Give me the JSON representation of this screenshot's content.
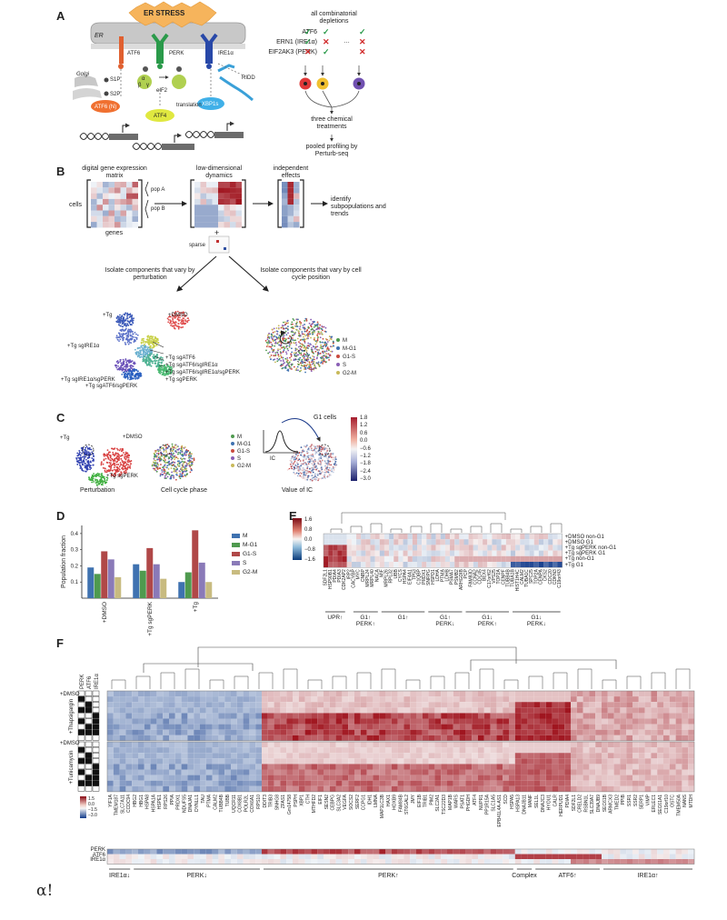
{
  "panels": [
    "A",
    "B",
    "C",
    "D",
    "E",
    "F"
  ],
  "panel_a": {
    "banner": "ER STRESS",
    "er_label": "ER",
    "sensors": [
      "ATF6",
      "PERK",
      "IRE1α"
    ],
    "golgi": "Golgi",
    "proteases": [
      "S1P",
      "S2P"
    ],
    "atf6n": "ATF6 (N)",
    "eif2": "eIF2",
    "atf4": "ATF4",
    "xbp1s": "XBP1s",
    "translation": "translation",
    "ridd": "RIDD",
    "alpha_beta_gamma": [
      "α",
      "β",
      "γ"
    ],
    "depletion_title": "all combinatorial depletions",
    "depletion_rows": [
      {
        "gene": "ATF6",
        "marks": [
          "✓",
          "✓",
          "✓"
        ]
      },
      {
        "gene": "ERN1 (IRE1α)",
        "marks": [
          "✓",
          "✕",
          "✕"
        ]
      },
      {
        "gene": "EIF2AK3 (PERK)",
        "marks": [
          "✕",
          "✓",
          "✕"
        ]
      }
    ],
    "ellipsis": "…",
    "treatments": "three chemical treatments",
    "profiling": "pooled profiling by Perturb-seq"
  },
  "panel_b": {
    "matrix_title": "digital gene expression matrix",
    "cells": "cells",
    "genes": "genes",
    "pop_a": "pop A",
    "pop_b": "pop B",
    "low_dim": "low-dimensional dynamics",
    "independent": "independent effects",
    "identify": "identify subpopulations and trends",
    "plus": "+",
    "sparse": "sparse",
    "isolate_pert": "Isolate components that vary by perturbation",
    "isolate_cc": "Isolate components that vary by cell cycle position",
    "tsne_labels": [
      "+Tg",
      "+DMSO",
      "+Tg sgIRE1α",
      "+Tg sgATF6",
      "+Tg sgATF6/sgIRE1α",
      "+Tg sgATF6/sgIRE1α/sgPERK",
      "+Tg sgIRE1α/sgPERK",
      "+Tg sgATF6/sgPERK",
      "+Tg sgPERK"
    ],
    "cc_legend": [
      {
        "name": "M",
        "color": "#4f9a4f"
      },
      {
        "name": "M-G1",
        "color": "#3f72b0"
      },
      {
        "name": "G1-S",
        "color": "#c94a3e"
      },
      {
        "name": "S",
        "color": "#8a5fb5"
      },
      {
        "name": "G2-M",
        "color": "#c8b95a"
      }
    ]
  },
  "panel_c": {
    "tg": "+Tg",
    "dmso": "+DMSO",
    "tg_sgperk": "+Tg sgPERK",
    "perturbation": "Perturbation",
    "cell_cycle": "Cell cycle phase",
    "value_ic": "Value of IC",
    "ic": "IC",
    "g1_cells": "G1 cells",
    "colorbar_ticks": [
      "1.8",
      "1.2",
      "0.6",
      "0.0",
      "−0.6",
      "−1.2",
      "−1.8",
      "−2.4",
      "−3.0"
    ]
  },
  "chart_data": [
    {
      "type": "bar",
      "ylabel": "Population fraction",
      "categories": [
        "+DMSO",
        "+Tg sgPERK",
        "+Tg"
      ],
      "ylim": [
        0,
        0.45
      ],
      "yticks": [
        "0.1",
        "0.2",
        "0.3",
        "0.4"
      ],
      "legend_position": "right",
      "series": [
        {
          "name": "M",
          "color": "#3f72b0",
          "values": [
            0.19,
            0.21,
            0.1
          ]
        },
        {
          "name": "M-G1",
          "color": "#4f9a4f",
          "values": [
            0.15,
            0.17,
            0.16
          ]
        },
        {
          "name": "G1-S",
          "color": "#b04848",
          "values": [
            0.29,
            0.31,
            0.42
          ]
        },
        {
          "name": "S",
          "color": "#8a7ab8",
          "values": [
            0.24,
            0.21,
            0.22
          ]
        },
        {
          "name": "G2-M",
          "color": "#c8bb80",
          "values": [
            0.13,
            0.12,
            0.1
          ]
        }
      ]
    },
    {
      "type": "heatmap",
      "colorbar_ticks": [
        "1.6",
        "0.8",
        "0.0",
        "−0.8",
        "−1.6"
      ],
      "rows": [
        "+DMSO non-G1",
        "+DMSO G1",
        "+Tg sgPERK non-G1",
        "+Tg sgPERK G1",
        "+Tg non-G1",
        "+Tg G1"
      ],
      "genes": [
        "SDF2L1",
        "HSP90B1",
        "PDIA4",
        "PDIA3",
        "CDK2AP2",
        "IRP2",
        "CACYBP",
        "MYC",
        "CNBP",
        "MRPL24",
        "MRPL40",
        "NACA",
        "MIF",
        "MRPL26",
        "RPL32",
        "UBB",
        "CYCS",
        "HSPA4",
        "EIF4A1",
        "TP53",
        "C1QBP",
        "PRDX1",
        "SNRPG",
        "HSPD1",
        "LDHA",
        "PTMA",
        "LDHB",
        "PSMA7",
        "PSMB2",
        "ARHGDIB",
        "PCP",
        "FAM83D",
        "CCNA2",
        "CDC45",
        "BEX4",
        "C17orf62",
        "VPS25",
        "TOP2A",
        "CENPF",
        "TUBB4B",
        "TUBA1B",
        "HIST1H4C",
        "CALM2",
        "TUBA1C",
        "SPC25",
        "TOP2A",
        "CENPA",
        "CKS2",
        "CDC20",
        "CDKN3",
        "C19orf43"
      ],
      "groups": [
        "UPR↑",
        "G1↑ PERK↑",
        "G1↑",
        "G1↑ PERK↓",
        "G1↓ PERK↑",
        "G1↓ PERK↓"
      ]
    }
  ],
  "panel_f": {
    "col_headers": [
      "PERK",
      "ATF6",
      "IRE1α"
    ],
    "block1_label": "+DMSO",
    "block1_side": "+Thapsigargin",
    "block2_label": "+DMSO",
    "block2_side": "+Tunicamycin",
    "colorbar_ticks": [
      "1.5",
      "0.0",
      "−1.5",
      "−3.0"
    ],
    "genes": [
      "YIF1A",
      "TMEM187",
      "SLC7A11",
      "CCDC94",
      "HBG2",
      "HBG1",
      "HSPA8",
      "HSPA1A",
      "HSPE1",
      "RPS26",
      "PPIA",
      "PRDX1",
      "NDUFS5",
      "DNAJA1",
      "DYNLL1",
      "TAU",
      "PTMA",
      "CALM2",
      "TUBB4B",
      "TUBB",
      "UQCR11",
      "COX8B1",
      "POLR2L",
      "COX6A1",
      "RPS10",
      "DDIT3",
      "TRIB3",
      "SNHG8",
      "ZFAS1",
      "Gm14758",
      "PSPH",
      "XBP1",
      "CTH",
      "MTHFD2",
      "EIF1",
      "SESN2",
      "CEBPG",
      "SLC3A2",
      "VEGFA",
      "SOCS2",
      "SERF2",
      "CCPG1",
      "IDH1",
      "LMNA",
      "MAP1LC3B",
      "HAX1",
      "HOXB9",
      "FAM84B",
      "ST6GAL2",
      "JMY",
      "EIF1B",
      "TRIB1",
      "PIM2",
      "SLC2A1",
      "TSC22D3",
      "MAP1B",
      "WARS",
      "PSAT1",
      "PHGDH",
      "ATF4",
      "NUPR1",
      "PP1R15A",
      "SLC1A5",
      "EPB41L4A-AS1",
      "SCD",
      "HSPA5",
      "HSPA13",
      "DNAJB11",
      "MANF",
      "SEL1L",
      "DNAJC3",
      "HYOU1",
      "CALR",
      "HERPUD1",
      "PDIA4",
      "SDF2L1",
      "CRELD2",
      "RSBN1L",
      "SLC39A7",
      "DNAJB9",
      "SEC61B",
      "ARMCX3",
      "TMED2",
      "PPIB",
      "SSR1",
      "SSR2",
      "SERP1",
      "VIMP",
      "ERLEC1",
      "SEC61A1",
      "C19orf10",
      "OSTC",
      "TMEM50A",
      "NANS",
      "MTDH"
    ],
    "summary_rows": [
      "PERK",
      "ATF6",
      "IRE1α"
    ],
    "groups": [
      "IRE1α↓",
      "PERK↓",
      "PERK↑",
      "Complex",
      "ATF6↑",
      "IRE1α↑"
    ]
  },
  "footer": "α!"
}
